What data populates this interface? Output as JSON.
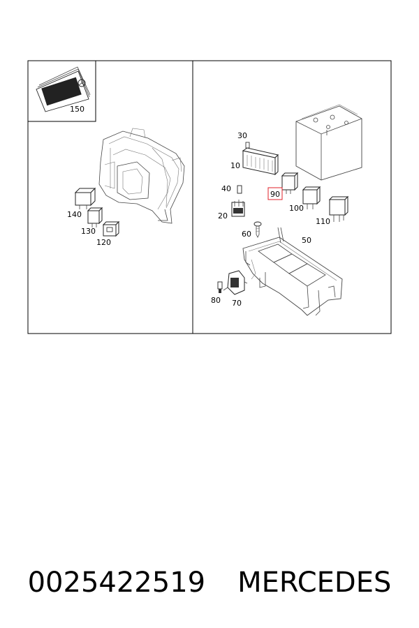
{
  "diagram": {
    "callouts": {
      "c150": "150",
      "c140": "140",
      "c130": "130",
      "c120": "120",
      "c30": "30",
      "c10": "10",
      "c40": "40",
      "c90": "90",
      "c100": "100",
      "c110": "110",
      "c20": "20",
      "c60": "60",
      "c50": "50",
      "c80": "80",
      "c70": "70"
    },
    "highlight_color": "#e0202a"
  },
  "footer": {
    "part_number": "0025422519",
    "brand": "MERCEDES"
  }
}
